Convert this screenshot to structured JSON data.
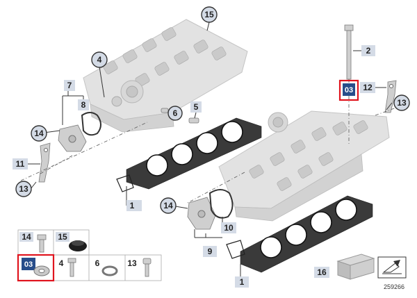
{
  "callouts": {
    "c1a": "1",
    "c1b": "1",
    "c2": "2",
    "c4": "4",
    "c5": "5",
    "c6": "6",
    "c7": "7",
    "c8": "8",
    "c9": "9",
    "c10": "10",
    "c11": "11",
    "c12": "12",
    "c13a": "13",
    "c13b": "13",
    "c14a": "14",
    "c14b": "14",
    "c15": "15",
    "c16": "16",
    "c03": "03"
  },
  "legend": {
    "items": [
      {
        "number": "14"
      },
      {
        "number": "15"
      },
      {
        "number": "03"
      },
      {
        "number": "4"
      },
      {
        "number": "6"
      },
      {
        "number": "13"
      }
    ]
  },
  "diagram_id": "259266",
  "colors": {
    "highlight": "#e0141e",
    "tag_fill": "#d4dbe6",
    "gasket": "#3a3a3a",
    "part_grey": "#e2e2e2"
  }
}
